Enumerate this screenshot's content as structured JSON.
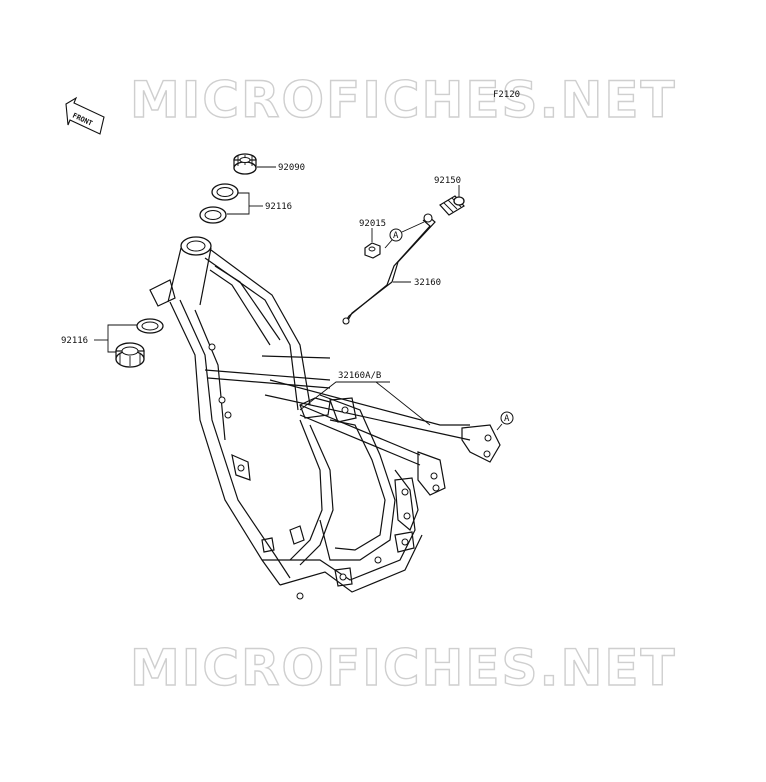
{
  "watermark": {
    "top": "MICROFICHES.NET",
    "bottom": "MICROFICHES.NET"
  },
  "figure_code": "F2120",
  "front_label": "FRONT",
  "callouts": {
    "p92090": "92090",
    "p92116_top": "92116",
    "p92116_left": "92116",
    "p92150": "92150",
    "p92015": "92015",
    "p32160": "32160",
    "p32160ab": "32160A/B",
    "ref_a1": "A",
    "ref_a2": "A"
  },
  "colors": {
    "line": "#111111",
    "watermark": "#cfcfcf",
    "background": "#ffffff"
  }
}
